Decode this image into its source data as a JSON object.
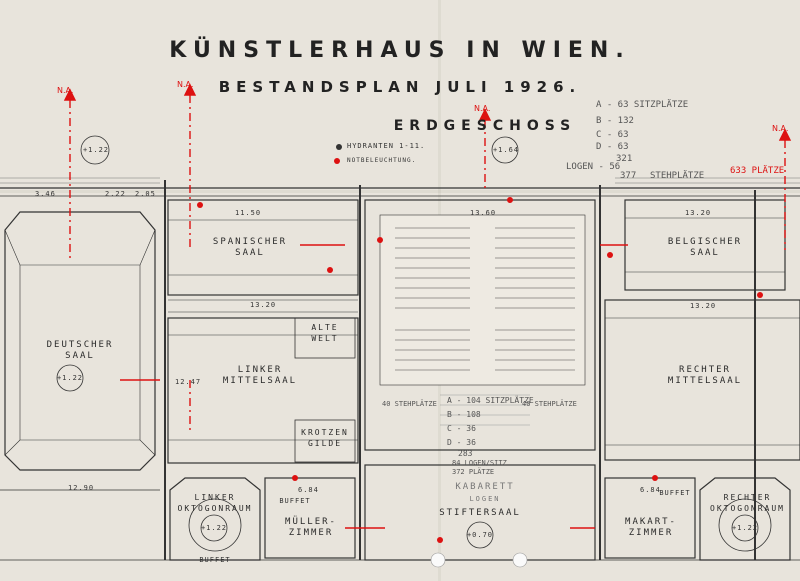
{
  "header": {
    "title": "KÜNSTLERHAUS IN WIEN.",
    "subtitle": "BESTANDSPLAN JULI 1926.",
    "floor": "ERDGESCHOSS"
  },
  "legend": {
    "hydrants": "HYDRANTEN 1-11.",
    "emergency_lights": "NOTBELEUCHTUNG."
  },
  "seat_table_top": {
    "rows": [
      "A - 63 SITZPLÄTZE",
      "B - 132",
      "C - 63",
      "D - 63",
      "321",
      "LOGEN - 56",
      "377",
      "STEHPLÄTZE"
    ],
    "total": "633 PLÄTZE"
  },
  "seat_table_mid": {
    "rows": [
      "A - 104 SITZPLÄTZE",
      "B - 108",
      "C - 36",
      "D - 36",
      "283",
      "84 LOGEN/SITZ",
      "372 PLÄTZE"
    ],
    "standing_left": "40 STEHPLÄTZE",
    "standing_right": "40 STEHPLÄTZE"
  },
  "rooms": {
    "spanischer": "SPANISCHER\nSAAL",
    "belgischer": "BELGISCHER\nSAAL",
    "deutscher": "DEUTSCHER\nSAAL",
    "linker_mittel": "LINKER\nMITTELSAAL",
    "rechter_mittel": "RECHTER\nMITTELSAAL",
    "alte_welt": "ALTE\nWELT",
    "krotzen": "KROTZEN\nGILDE",
    "linker_okt": "LINKER\nOKTOGONRAUM",
    "rechter_okt": "RECHTER\nOKTOGONRAUM",
    "mueller": "MÜLLER-\nZIMMER",
    "stifter": "STIFTERSAAL",
    "makart": "MAKART-\nZIMMER",
    "kabarett": "KABARETT",
    "logen": "LOGEN",
    "buffet": "BUFFET",
    "buffet2": "BUFFET",
    "buffet3": "BUFFET"
  },
  "marks": {
    "na": "N.A.",
    "elev_left": "+1.22",
    "elev_mid": "+1.64",
    "elev_deutscher": "+1.22",
    "elev_okt": "+1.22",
    "elev_okt_r": "+1.22",
    "elev_stifter": "+0.70",
    "dim_1150": "11.50",
    "dim_1320": "13.20",
    "dim_1320b": "13.20",
    "dim_1320c": "13.20",
    "dim_1290": "12.90",
    "dim_684": "6.84",
    "dim_684b": "6.84",
    "dim_1247": "12.47",
    "dim_346": "3.46",
    "dim_222": "2.22",
    "dim_205": "2.05",
    "dim_1360": "13.60"
  },
  "colors": {
    "paper": "#e8e4dc",
    "ink": "#2a2a2a",
    "red": "#d11111"
  }
}
